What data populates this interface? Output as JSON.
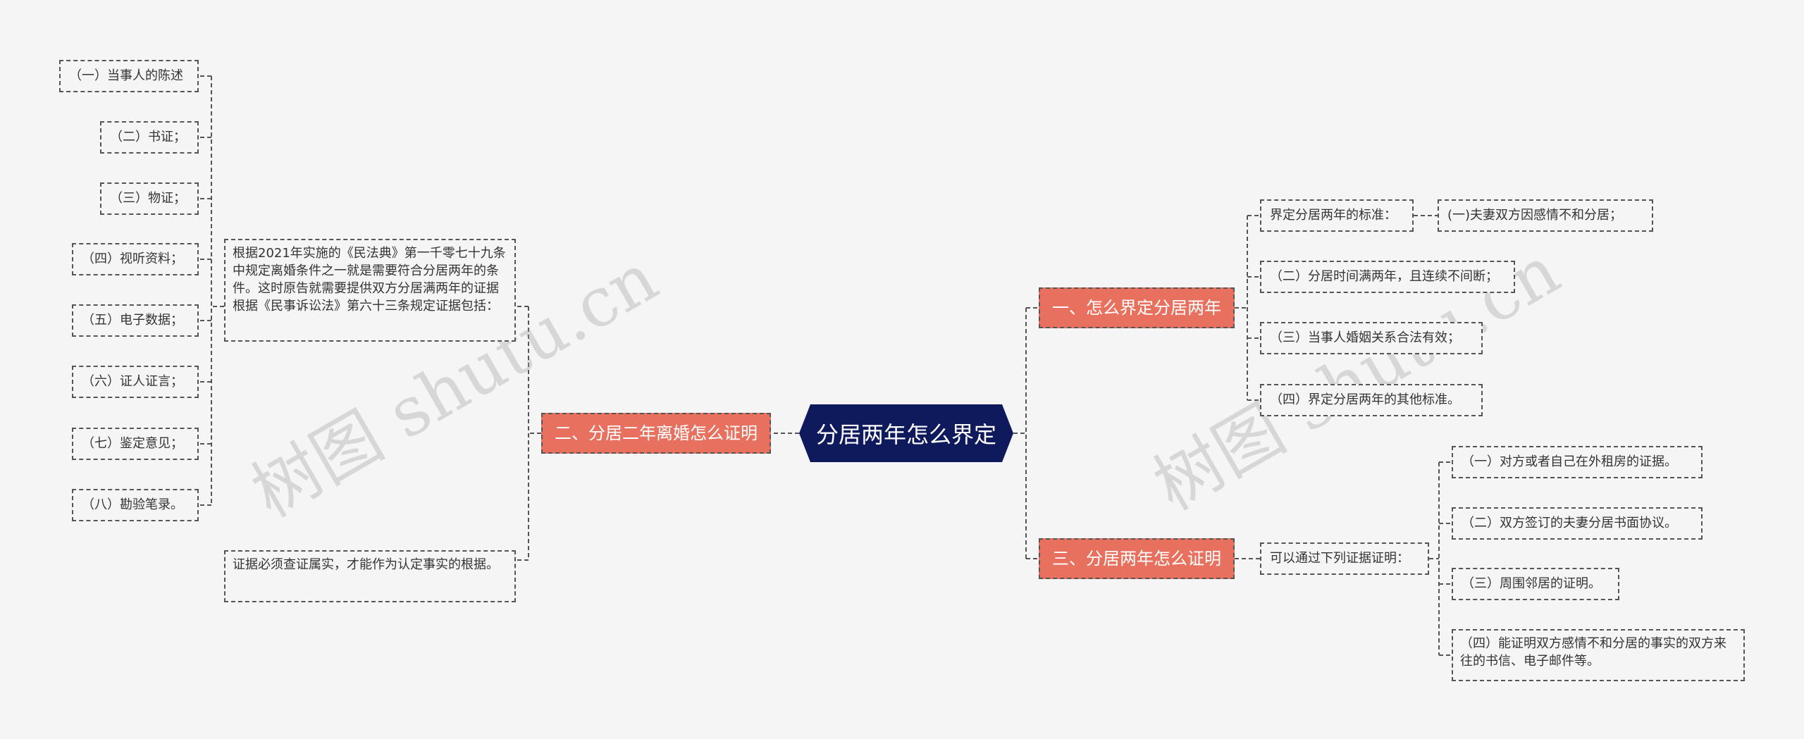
{
  "root": {
    "label": "分居两年怎么界定"
  },
  "branch1": {
    "label": "一、怎么界定分居两年",
    "sub_label": "界定分居两年的标准：",
    "sub_child": "(一)夫妻双方因感情不和分居；",
    "items": [
      "（二）分居时间满两年，且连续不间断；",
      "（三）当事人婚姻关系合法有效；",
      "（四）界定分居两年的其他标准。"
    ]
  },
  "branch2": {
    "label": "二、分居二年离婚怎么证明",
    "intro": "根据2021年实施的《民法典》第一千零七十九条中规定离婚条件之一就是需要符合分居两年的条件。这时原告就需要提供双方分居满两年的证据根据《民事诉讼法》第六十三条规定证据包括：",
    "note": "证据必须查证属实，才能作为认定事实的根据。",
    "evidence": [
      "（一）当事人的陈述",
      "（二）书证；",
      "（三）物证；",
      "（四）视听资料；",
      "（五）电子数据；",
      "（六）证人证言；",
      "（七）鉴定意见；",
      "（八）勘验笔录。"
    ]
  },
  "branch3": {
    "label": "三、分居两年怎么证明",
    "sub_label": "可以通过下列证据证明：",
    "items": [
      "（一）对方或者自己在外租房的证据。",
      "（二）双方签订的夫妻分居书面协议。",
      "（三）周围邻居的证明。",
      "（四）能证明双方感情不和分居的事实的双方来往的书信、电子邮件等。"
    ]
  },
  "watermark": "树图 shutu.cn",
  "colors": {
    "root": "#0f1a5c",
    "branch": "#e8705e",
    "line": "#555555",
    "background": "#f5f5f5"
  }
}
